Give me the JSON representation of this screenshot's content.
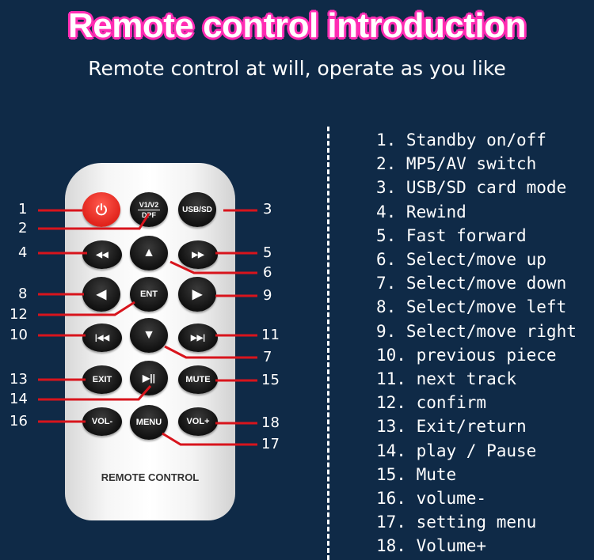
{
  "header": {
    "title": "Remote control introduction",
    "subtitle": "Remote control at will, operate as you like"
  },
  "colors": {
    "background": "#0f2a47",
    "title_glow": "#ff2fb4",
    "callout_line": "#d8141c",
    "power_button": "#e1241c"
  },
  "remote": {
    "label": "REMOTE CONTROL",
    "buttons": {
      "power": "power-icon",
      "dpf_top": "V1/V2",
      "dpf_bottom": "DPF",
      "usbsd": "USB/SD",
      "rewind": "◀◀",
      "up": "▲",
      "forward": "▶▶",
      "left": "◀",
      "ent": "ENT",
      "right": "▶",
      "prev": "|◀◀",
      "down": "▼",
      "next": "▶▶|",
      "exit": "EXIT",
      "play": "▶||",
      "mute": "MUTE",
      "volminus": "VOL-",
      "menu": "MENU",
      "volplus": "VOL+"
    }
  },
  "callouts": [
    "1",
    "2",
    "3",
    "4",
    "5",
    "6",
    "7",
    "8",
    "9",
    "10",
    "11",
    "12",
    "13",
    "14",
    "15",
    "16",
    "17",
    "18"
  ],
  "legend": [
    "1. Standby on/off",
    "2. MP5/AV switch",
    "3. USB/SD card mode",
    "4. Rewind",
    "5. Fast forward",
    "6. Select/move up",
    "7. Select/move down",
    "8. Select/move left",
    "9. Select/move right",
    "10. previous piece",
    "11. next track",
    "12. confirm",
    "13. Exit/return",
    "14. play / Pause",
    "15. Mute",
    "16. volume-",
    "17. setting menu",
    "18. Volume+"
  ]
}
